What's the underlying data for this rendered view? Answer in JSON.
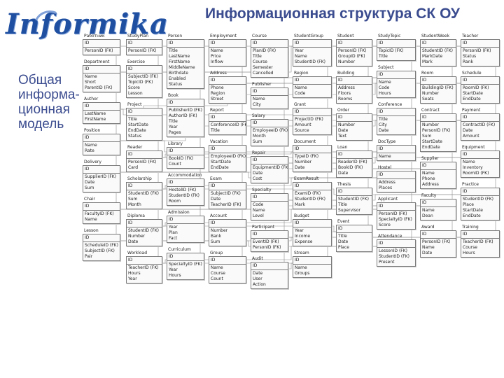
{
  "header": {
    "logo_text": "Informika",
    "title": "Информационная структура СК ОУ"
  },
  "sidebar": {
    "caption": "Общая информа-ционная модель"
  },
  "diagram": {
    "entities": [
      {
        "name": "Работник",
        "pk": "ID",
        "attrs": [
          "PersonID (FK)"
        ]
      },
      {
        "name": "StudyPlan",
        "pk": "ID",
        "attrs": [
          "PersonID (FK)"
        ]
      },
      {
        "name": "Person",
        "pk": "ID",
        "attrs": [
          "Title",
          "LastName",
          "FirstName",
          "MiddleName",
          "Birthdate",
          "Enabled",
          "Status"
        ]
      },
      {
        "name": "Employment",
        "pk": "ID",
        "attrs": [
          "Name",
          "Price",
          "Inflow"
        ]
      },
      {
        "name": "Course",
        "pk": "ID",
        "attrs": [
          "PlanID (FK)",
          "Title",
          "Course",
          "Semester",
          "Cancelled"
        ]
      },
      {
        "name": "StudentGroup",
        "pk": "ID",
        "attrs": [
          "Year",
          "Name",
          "StudentID (FK)"
        ]
      },
      {
        "name": "Student",
        "pk": "ID",
        "attrs": [
          "PersonID (FK)",
          "GroupID (FK)",
          "Number"
        ]
      },
      {
        "name": "StudyTopic",
        "pk": "ID",
        "attrs": [
          "TopicID (FK)",
          "Title"
        ]
      },
      {
        "name": "StudentWeek",
        "pk": "ID",
        "attrs": [
          "StudentID (FK)",
          "MarkDate",
          "Mark"
        ]
      },
      {
        "name": "Teacher",
        "pk": "ID",
        "attrs": [
          "PersonID (FK)",
          "Status",
          "Rank"
        ]
      },
      {
        "name": "Department",
        "pk": "ID",
        "attrs": [
          "Name",
          "Short",
          "ParentID (FK)"
        ]
      },
      {
        "name": "Exercise",
        "pk": "ID",
        "attrs": [
          "SubjectID (FK)",
          "TopicID (FK)",
          "Score",
          "Lesson"
        ]
      },
      {
        "name": "Subject",
        "pk": "ID",
        "attrs": [
          "Name",
          "Code",
          "Hours"
        ]
      },
      {
        "name": "Address",
        "pk": "ID",
        "attrs": [
          "Phone",
          "Region",
          "Street"
        ]
      },
      {
        "name": "Region",
        "pk": "ID",
        "attrs": [
          "Name",
          "Code"
        ]
      },
      {
        "name": "Building",
        "pk": "ID",
        "attrs": [
          "Address",
          "Floors",
          "Rooms"
        ]
      },
      {
        "name": "Room",
        "pk": "ID",
        "attrs": [
          "BuildingID (FK)",
          "Number",
          "Seats"
        ]
      },
      {
        "name": "Schedule",
        "pk": "ID",
        "attrs": [
          "RoomID (FK)",
          "StartDate",
          "EndDate"
        ]
      },
      {
        "name": "Publisher",
        "pk": "ID",
        "attrs": [
          "Name",
          "City"
        ]
      },
      {
        "name": "Book",
        "pk": "ID",
        "attrs": [
          "PublisherID (FK)",
          "AuthorID (FK)",
          "Title",
          "Year",
          "Pages"
        ]
      },
      {
        "name": "Author",
        "pk": "ID",
        "attrs": [
          "LastName",
          "FirstName"
        ]
      },
      {
        "name": "Project",
        "pk": "ID",
        "attrs": [
          "Title",
          "StartDate",
          "EndDate",
          "Status"
        ]
      },
      {
        "name": "Grant",
        "pk": "ID",
        "attrs": [
          "ProjectID (FK)",
          "Amount",
          "Source"
        ]
      },
      {
        "name": "Conference",
        "pk": "ID",
        "attrs": [
          "Title",
          "City",
          "Date"
        ]
      },
      {
        "name": "Report",
        "pk": "ID",
        "attrs": [
          "ConferenceID (FK)",
          "Title"
        ]
      },
      {
        "name": "Order",
        "pk": "ID",
        "attrs": [
          "Number",
          "Date",
          "Text"
        ]
      },
      {
        "name": "Contract",
        "pk": "ID",
        "attrs": [
          "Number",
          "PersonID (FK)",
          "Sum",
          "StartDate",
          "EndDate"
        ]
      },
      {
        "name": "Payment",
        "pk": "ID",
        "attrs": [
          "ContractID (FK)",
          "Date",
          "Amount"
        ]
      },
      {
        "name": "Salary",
        "pk": "ID",
        "attrs": [
          "EmployeeID (FK)",
          "Month",
          "Sum"
        ]
      },
      {
        "name": "Position",
        "pk": "ID",
        "attrs": [
          "Name",
          "Rate"
        ]
      },
      {
        "name": "Vacation",
        "pk": "ID",
        "attrs": [
          "EmployeeID (FK)",
          "StartDate",
          "EndDate"
        ]
      },
      {
        "name": "Document",
        "pk": "ID",
        "attrs": [
          "TypeID (FK)",
          "Number",
          "Date"
        ]
      },
      {
        "name": "DocType",
        "pk": "ID",
        "attrs": [
          "Name"
        ]
      },
      {
        "name": "Library",
        "pk": "ID",
        "attrs": [
          "BookID (FK)",
          "Count"
        ]
      },
      {
        "name": "Reader",
        "pk": "ID",
        "attrs": [
          "PersonID (FK)",
          "Card"
        ]
      },
      {
        "name": "Loan",
        "pk": "ID",
        "attrs": [
          "ReaderID (FK)",
          "BookID (FK)",
          "Date"
        ]
      },
      {
        "name": "Equipment",
        "pk": "ID",
        "attrs": [
          "Name",
          "Inventory",
          "RoomID (FK)"
        ]
      },
      {
        "name": "Repair",
        "pk": "ID",
        "attrs": [
          "EquipmentID (FK)",
          "Date",
          "Cost"
        ]
      },
      {
        "name": "Supplier",
        "pk": "ID",
        "attrs": [
          "Name",
          "Phone",
          "Address"
        ]
      },
      {
        "name": "Delivery",
        "pk": "ID",
        "attrs": [
          "SupplierID (FK)",
          "Date",
          "Sum"
        ]
      },
      {
        "name": "Hostel",
        "pk": "ID",
        "attrs": [
          "Address",
          "Places"
        ]
      },
      {
        "name": "Accommodation",
        "pk": "ID",
        "attrs": [
          "HostelID (FK)",
          "StudentID (FK)",
          "Room"
        ]
      },
      {
        "name": "Scholarship",
        "pk": "ID",
        "attrs": [
          "StudentID (FK)",
          "Sum",
          "Month"
        ]
      },
      {
        "name": "Exam",
        "pk": "ID",
        "attrs": [
          "SubjectID (FK)",
          "Date",
          "TeacherID (FK)"
        ]
      },
      {
        "name": "ExamResult",
        "pk": "ID",
        "attrs": [
          "ExamID (FK)",
          "StudentID (FK)",
          "Mark"
        ]
      },
      {
        "name": "Thesis",
        "pk": "ID",
        "attrs": [
          "StudentID (FK)",
          "Title",
          "Supervisor"
        ]
      },
      {
        "name": "Practice",
        "pk": "ID",
        "attrs": [
          "StudentID (FK)",
          "Place",
          "StartDate",
          "EndDate"
        ]
      },
      {
        "name": "Specialty",
        "pk": "ID",
        "attrs": [
          "Code",
          "Name",
          "Level"
        ]
      },
      {
        "name": "Faculty",
        "pk": "ID",
        "attrs": [
          "Name",
          "Dean"
        ]
      },
      {
        "name": "Chair",
        "pk": "ID",
        "attrs": [
          "FacultyID (FK)",
          "Name"
        ]
      },
      {
        "name": "Applicant",
        "pk": "ID",
        "attrs": [
          "PersonID (FK)",
          "SpecialtyID (FK)",
          "Score"
        ]
      },
      {
        "name": "Admission",
        "pk": "ID",
        "attrs": [
          "Year",
          "Plan",
          "Fact"
        ]
      },
      {
        "name": "Diploma",
        "pk": "ID",
        "attrs": [
          "StudentID (FK)",
          "Number",
          "Date"
        ]
      },
      {
        "name": "Account",
        "pk": "ID",
        "attrs": [
          "Number",
          "Bank",
          "Sum"
        ]
      },
      {
        "name": "Budget",
        "pk": "ID",
        "attrs": [
          "Year",
          "Income",
          "Expense"
        ]
      },
      {
        "name": "Event",
        "pk": "ID",
        "attrs": [
          "Title",
          "Date",
          "Place"
        ]
      },
      {
        "name": "Participant",
        "pk": "ID",
        "attrs": [
          "EventID (FK)",
          "PersonID (FK)"
        ]
      },
      {
        "name": "Award",
        "pk": "ID",
        "attrs": [
          "PersonID (FK)",
          "Name",
          "Date"
        ]
      },
      {
        "name": "Training",
        "pk": "ID",
        "attrs": [
          "TeacherID (FK)",
          "Course",
          "Hours"
        ]
      },
      {
        "name": "Lesson",
        "pk": "ID",
        "attrs": [
          "ScheduleID (FK)",
          "SubjectID (FK)",
          "Pair"
        ]
      },
      {
        "name": "Attendance",
        "pk": "ID",
        "attrs": [
          "LessonID (FK)",
          "StudentID (FK)",
          "Present"
        ]
      },
      {
        "name": "Curriculum",
        "pk": "ID",
        "attrs": [
          "SpecialtyID (FK)",
          "Year",
          "Hours"
        ]
      },
      {
        "name": "Workload",
        "pk": "ID",
        "attrs": [
          "TeacherID (FK)",
          "Hours",
          "Year"
        ]
      },
      {
        "name": "Group",
        "pk": "ID",
        "attrs": [
          "Name",
          "Course",
          "Count"
        ]
      },
      {
        "name": "Stream",
        "pk": "ID",
        "attrs": [
          "Name",
          "Groups"
        ]
      },
      {
        "name": "Audit",
        "pk": "ID",
        "attrs": [
          "Date",
          "User",
          "Action"
        ]
      }
    ]
  }
}
